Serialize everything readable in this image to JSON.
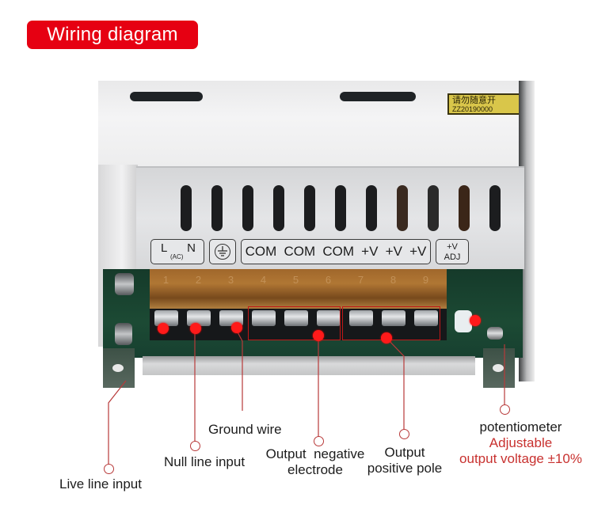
{
  "title": "Wiring diagram",
  "colors": {
    "title_bg": "#e60012",
    "title_text": "#ffffff",
    "marker_dot": "#ff1a1a",
    "leader_line": "#b83a3a",
    "highlight_label": "#c8312f"
  },
  "device": {
    "sticker": {
      "line1": "请勿随意开",
      "line2": "ZZ20190000"
    },
    "label_strip": {
      "ac_input": {
        "L": "L",
        "N": "N",
        "sub": "(AC)"
      },
      "ground_symbol": "ground-icon",
      "outputs": [
        "COM",
        "COM",
        "COM",
        "+V",
        "+V",
        "+V"
      ],
      "adjust": {
        "line1": "+V",
        "line2": "ADJ"
      }
    },
    "terminal_numbers": [
      "1",
      "2",
      "3",
      "4",
      "5",
      "6",
      "7",
      "8",
      "9"
    ]
  },
  "annotations": [
    {
      "id": "live",
      "label": "Live line input"
    },
    {
      "id": "null",
      "label": "Null line input"
    },
    {
      "id": "ground",
      "label": "Ground wire"
    },
    {
      "id": "negative",
      "label_line1": "Output  negative",
      "label_line2": "electrode"
    },
    {
      "id": "positive",
      "label_line1": "Output",
      "label_line2": "positive pole"
    },
    {
      "id": "pot",
      "label_line1": "potentiometer",
      "label_line2": "Adjustable",
      "label_line3": "output voltage ±10%"
    }
  ]
}
